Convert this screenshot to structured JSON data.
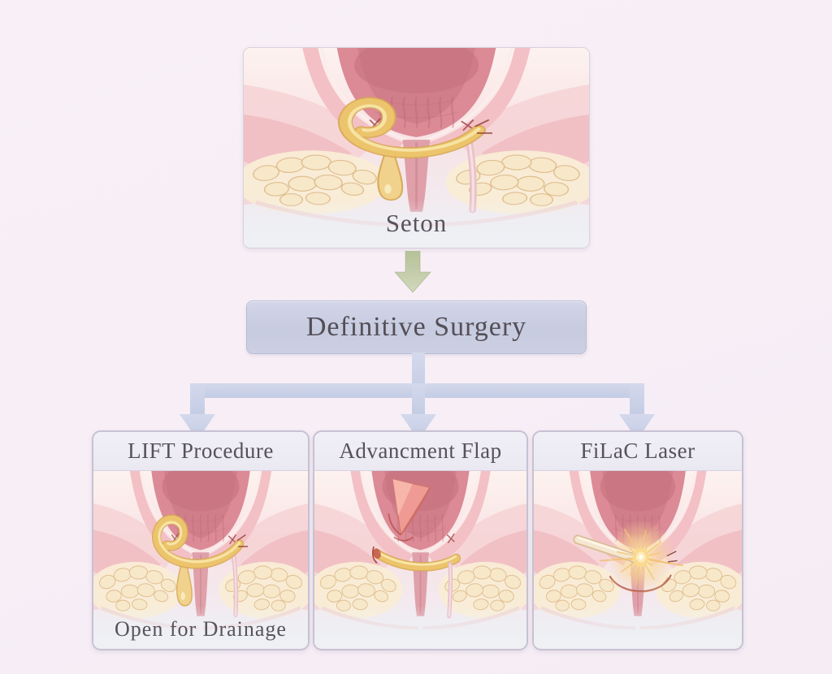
{
  "background_color": "#f7eef6",
  "flowchart": {
    "top_panel": {
      "label": "Seton",
      "illustration": "seton"
    },
    "down_arrow": {
      "icon": "down-arrow",
      "color": "#b2bf93"
    },
    "surgery_box": {
      "label": "Definitive Surgery",
      "fill": "#cbcfe3",
      "text_color": "#534e57"
    },
    "connector": {
      "color": "#cdd4e9",
      "branch_count": 3
    },
    "branches": [
      {
        "title": "LIFT Procedure",
        "caption": "Open for Drainage",
        "illustration": "lift"
      },
      {
        "title": "Advancment Flap",
        "illustration": "flap"
      },
      {
        "title": "FiLaC Laser",
        "illustration": "filac"
      }
    ]
  }
}
